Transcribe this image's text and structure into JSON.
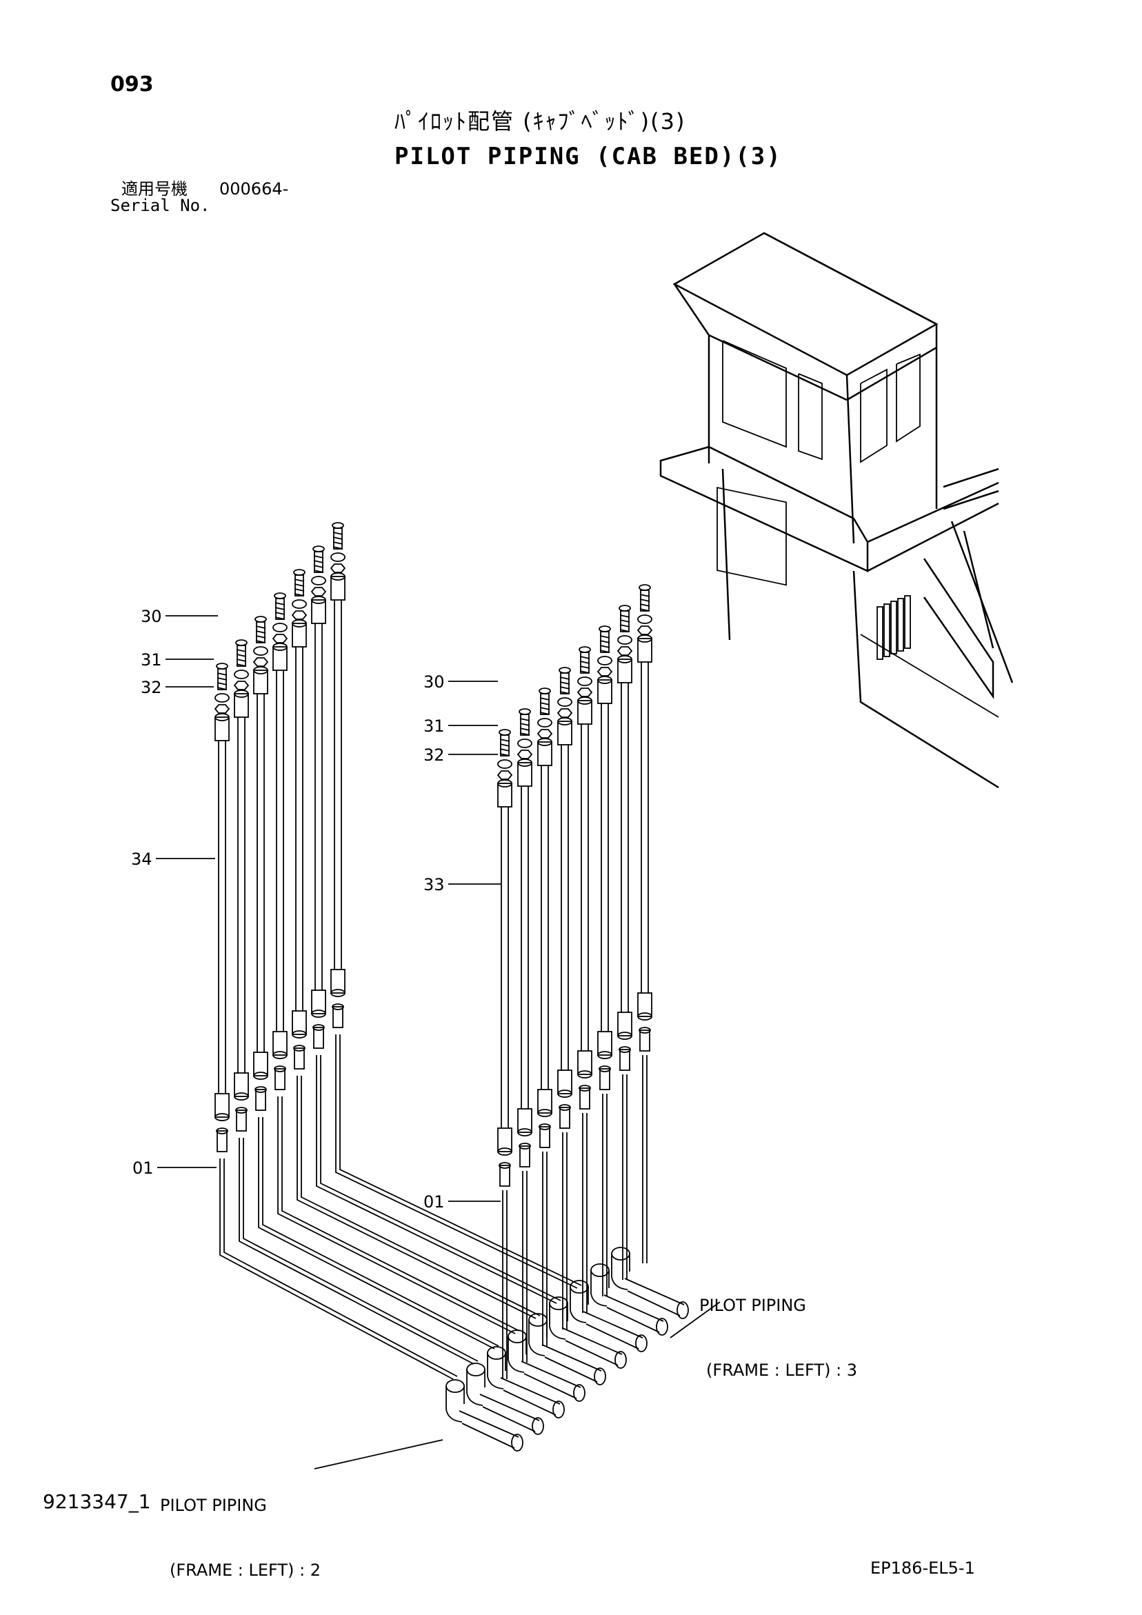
{
  "header": {
    "page_number": "093",
    "title_jp": "ﾊﾟｲﾛｯﾄ配管 (ｷｬﾌﾞﾍﾞｯﾄﾞ)(3)",
    "title_en": "PILOT PIPING (CAB BED)(3)",
    "serial_label_jp": "適用号機",
    "serial_value": "000664-",
    "serial_label_en": "Serial No."
  },
  "callouts": {
    "left": {
      "c30": "30",
      "c31": "31",
      "c32": "32",
      "c34": "34",
      "c01": "01"
    },
    "right": {
      "c30": "30",
      "c31": "31",
      "c32": "32",
      "c33": "33",
      "c01": "01"
    }
  },
  "notes": {
    "pilot_frame_3_line1": "PILOT PIPING",
    "pilot_frame_3_line2": "(FRAME : LEFT) : 3",
    "pilot_frame_2_line1": "PILOT PIPING",
    "pilot_frame_2_line2": "(FRAME : LEFT) : 2"
  },
  "footer": {
    "doc_number": "9213347_1",
    "figure_code": "EP186-EL5-1"
  },
  "icons": [
    "excavator-cab-icon"
  ]
}
